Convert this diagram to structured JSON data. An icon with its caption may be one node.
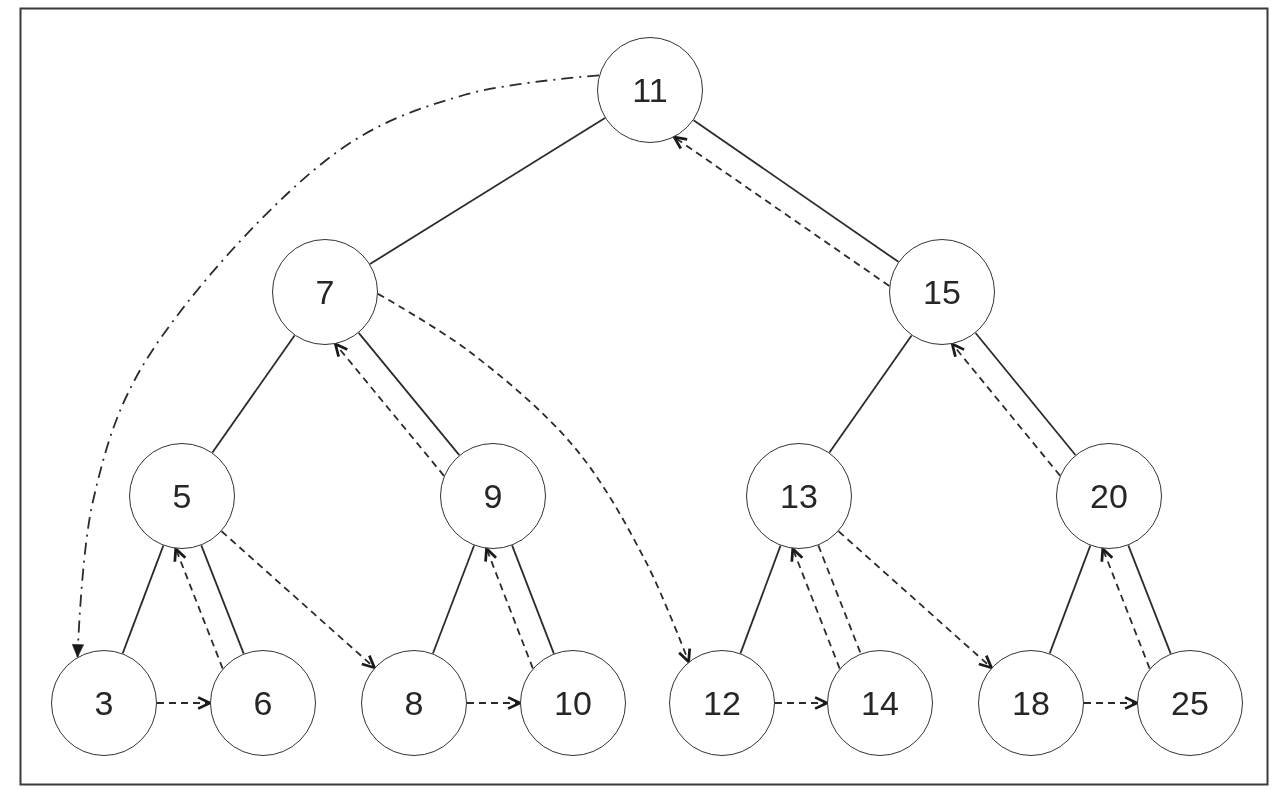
{
  "diagram": {
    "nodes": [
      {
        "text": [
          "11"
        ]
      },
      {
        "text": [
          "7"
        ]
      },
      {
        "text": [
          "15"
        ]
      },
      {
        "text": [
          "5"
        ]
      },
      {
        "text": [
          "9"
        ]
      },
      {
        "text": [
          "13"
        ]
      },
      {
        "text": [
          "20"
        ]
      },
      {
        "text": [
          "3"
        ]
      },
      {
        "text": [
          "6"
        ]
      },
      {
        "text": [
          "8"
        ]
      },
      {
        "text": [
          "10"
        ]
      },
      {
        "text": [
          "12"
        ]
      },
      {
        "text": [
          "14"
        ]
      },
      {
        "text": [
          "18"
        ]
      },
      {
        "text": [
          "25"
        ]
      }
    ],
    "edges": [
      {
        "from": 0,
        "to": 1,
        "arrow": "none"
      },
      {
        "from": 0,
        "to": 2,
        "arrow": "none"
      },
      {
        "from": 1,
        "to": 3,
        "arrow": "none"
      },
      {
        "from": 1,
        "to": 4,
        "arrow": "none"
      },
      {
        "from": 2,
        "to": 5,
        "arrow": "none"
      },
      {
        "from": 2,
        "to": 6,
        "arrow": "none"
      },
      {
        "from": 3,
        "to": 7,
        "arrow": "none"
      },
      {
        "from": 3,
        "to": 8,
        "arrow": "none"
      },
      {
        "from": 4,
        "to": 9,
        "arrow": "none"
      },
      {
        "from": 4,
        "to": 10,
        "arrow": "none"
      },
      {
        "from": 5,
        "to": 11,
        "arrow": "none"
      },
      {
        "from": 5,
        "to": 12,
        "arrow": "none",
        "style": "dashed"
      },
      {
        "from": 6,
        "to": 13,
        "arrow": "none"
      },
      {
        "from": 6,
        "to": 14,
        "arrow": "none"
      },
      {
        "from": 0,
        "to": 7,
        "arrow": "to",
        "style": "dashed"
      },
      {
        "from": 7,
        "to": 8,
        "arrow": "to",
        "style": "dashed"
      },
      {
        "from": 8,
        "to": 3,
        "arrow": "to",
        "style": "dashed"
      },
      {
        "from": 3,
        "to": 9,
        "arrow": "to",
        "style": "dashed"
      },
      {
        "from": 9,
        "to": 10,
        "arrow": "to",
        "style": "dashed"
      },
      {
        "from": 10,
        "to": 4,
        "arrow": "to",
        "style": "dashed"
      },
      {
        "from": 4,
        "to": 1,
        "arrow": "to",
        "style": "dashed"
      },
      {
        "from": 1,
        "to": 11,
        "arrow": "to",
        "style": "dashed"
      },
      {
        "from": 11,
        "to": 12,
        "arrow": "to",
        "style": "dashed"
      },
      {
        "from": 12,
        "to": 5,
        "arrow": "to",
        "style": "dashed"
      },
      {
        "from": 5,
        "to": 13,
        "arrow": "to",
        "style": "dashed"
      },
      {
        "from": 13,
        "to": 14,
        "arrow": "to",
        "style": "dashed"
      },
      {
        "from": 14,
        "to": 6,
        "arrow": "to",
        "style": "dashed"
      },
      {
        "from": 6,
        "to": 2,
        "arrow": "to",
        "style": "dashed"
      },
      {
        "from": 2,
        "to": 0,
        "arrow": "to",
        "style": "dashed"
      }
    ]
  }
}
